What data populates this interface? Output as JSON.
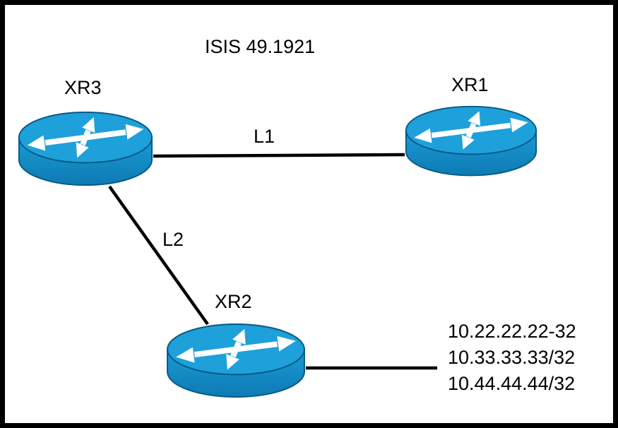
{
  "title": "ISIS 49.1921",
  "routers": {
    "xr3": "XR3",
    "xr1": "XR1",
    "xr2": "XR2"
  },
  "links": {
    "l1": "L1",
    "l2": "L2"
  },
  "prefixes": [
    "10.22.22.22-32",
    "10.33.33.33/32",
    "10.44.44.44/32"
  ],
  "colors": {
    "router_top": "#1ea0da",
    "router_side": "#1191cc",
    "router_outline": "#085a84",
    "wire": "#000000",
    "border": "#000000",
    "background": "#ffffff"
  }
}
